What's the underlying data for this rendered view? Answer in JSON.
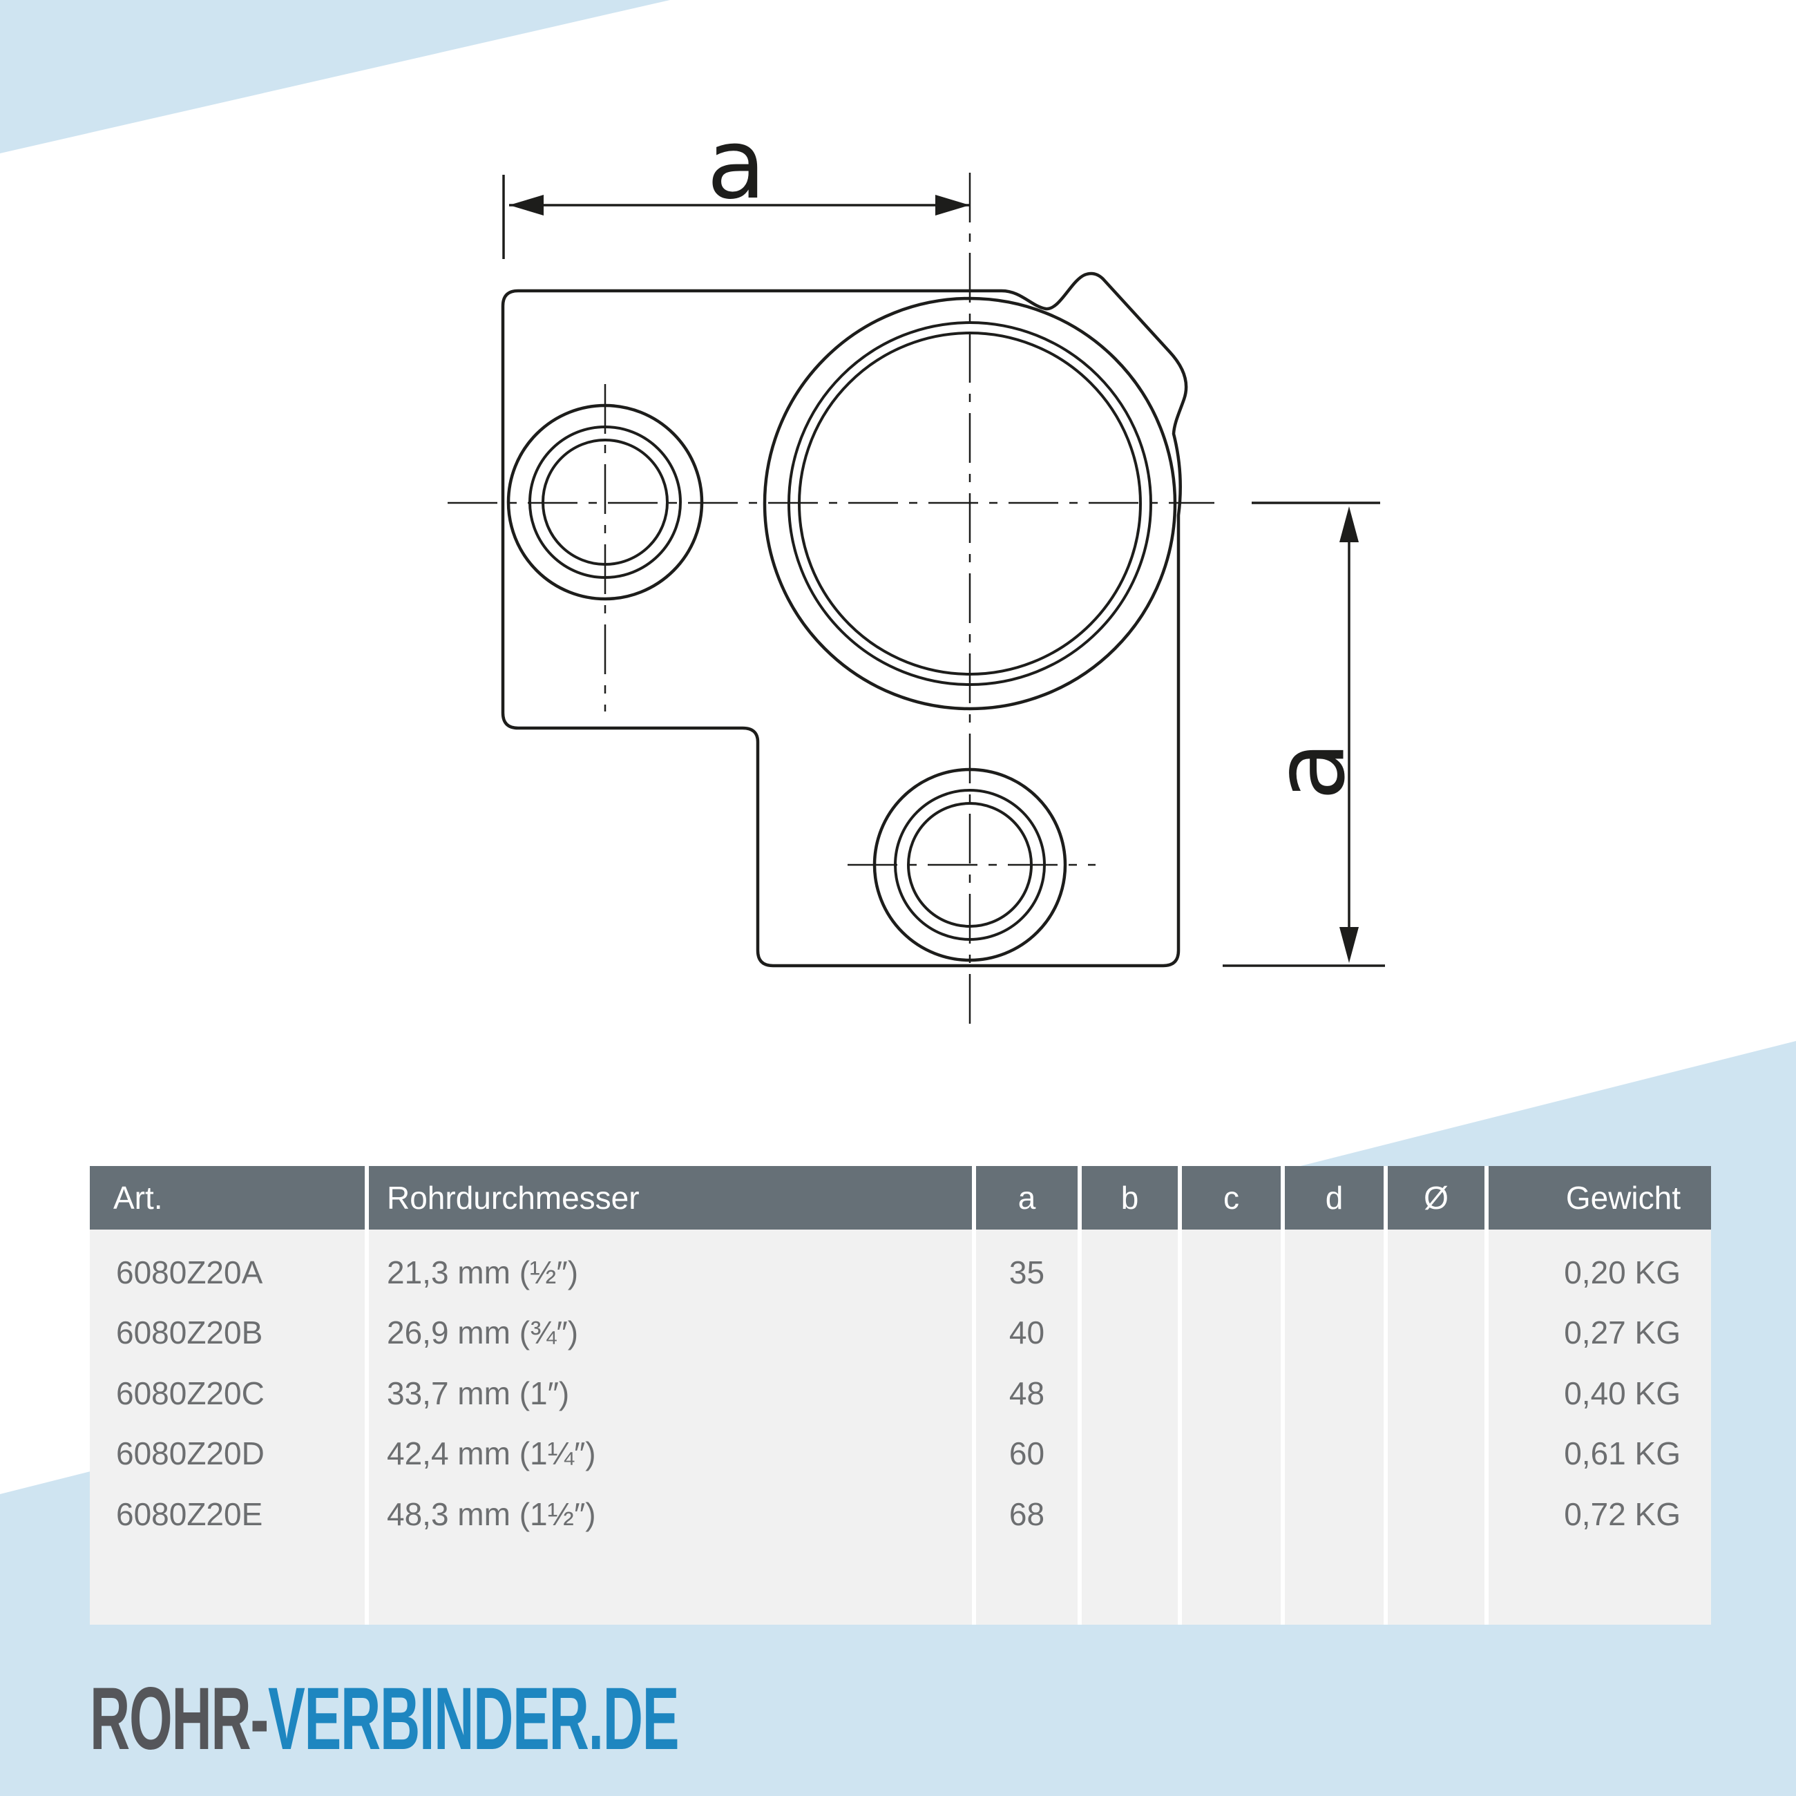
{
  "page": {
    "background": "#ffffff",
    "accent_blue": "#cfe4f1"
  },
  "drawing": {
    "dim_top_label": "a",
    "dim_right_label": "a",
    "line_color": "#1d1d1b"
  },
  "table": {
    "header_bg": "#667077",
    "header_text_color": "#ffffff",
    "body_bg": "#f1f1f1",
    "body_text_color": "#6c6e70",
    "headers": {
      "art": "Art.",
      "diameter": "Rohrdurchmesser",
      "a": "a",
      "b": "b",
      "c": "c",
      "d": "d",
      "dia": "Ø",
      "weight": "Gewicht"
    },
    "rows": [
      {
        "art": "6080Z20A",
        "diameter": "21,3 mm (½″)",
        "a": "35",
        "b": "",
        "c": "",
        "d": "",
        "dia": "",
        "weight": "0,20 KG"
      },
      {
        "art": "6080Z20B",
        "diameter": "26,9 mm (¾″)",
        "a": "40",
        "b": "",
        "c": "",
        "d": "",
        "dia": "",
        "weight": "0,27 KG"
      },
      {
        "art": "6080Z20C",
        "diameter": "33,7 mm (1″)",
        "a": "48",
        "b": "",
        "c": "",
        "d": "",
        "dia": "",
        "weight": "0,40 KG"
      },
      {
        "art": "6080Z20D",
        "diameter": "42,4 mm (1¼″)",
        "a": "60",
        "b": "",
        "c": "",
        "d": "",
        "dia": "",
        "weight": "0,61 KG"
      },
      {
        "art": "6080Z20E",
        "diameter": "48,3 mm (1½″)",
        "a": "68",
        "b": "",
        "c": "",
        "d": "",
        "dia": "",
        "weight": "0,72 KG"
      }
    ]
  },
  "logo": {
    "part1": "ROHR-",
    "part2": "VERBINDER.DE",
    "part1_color": "#55565a",
    "part2_color": "#1e86c0"
  }
}
